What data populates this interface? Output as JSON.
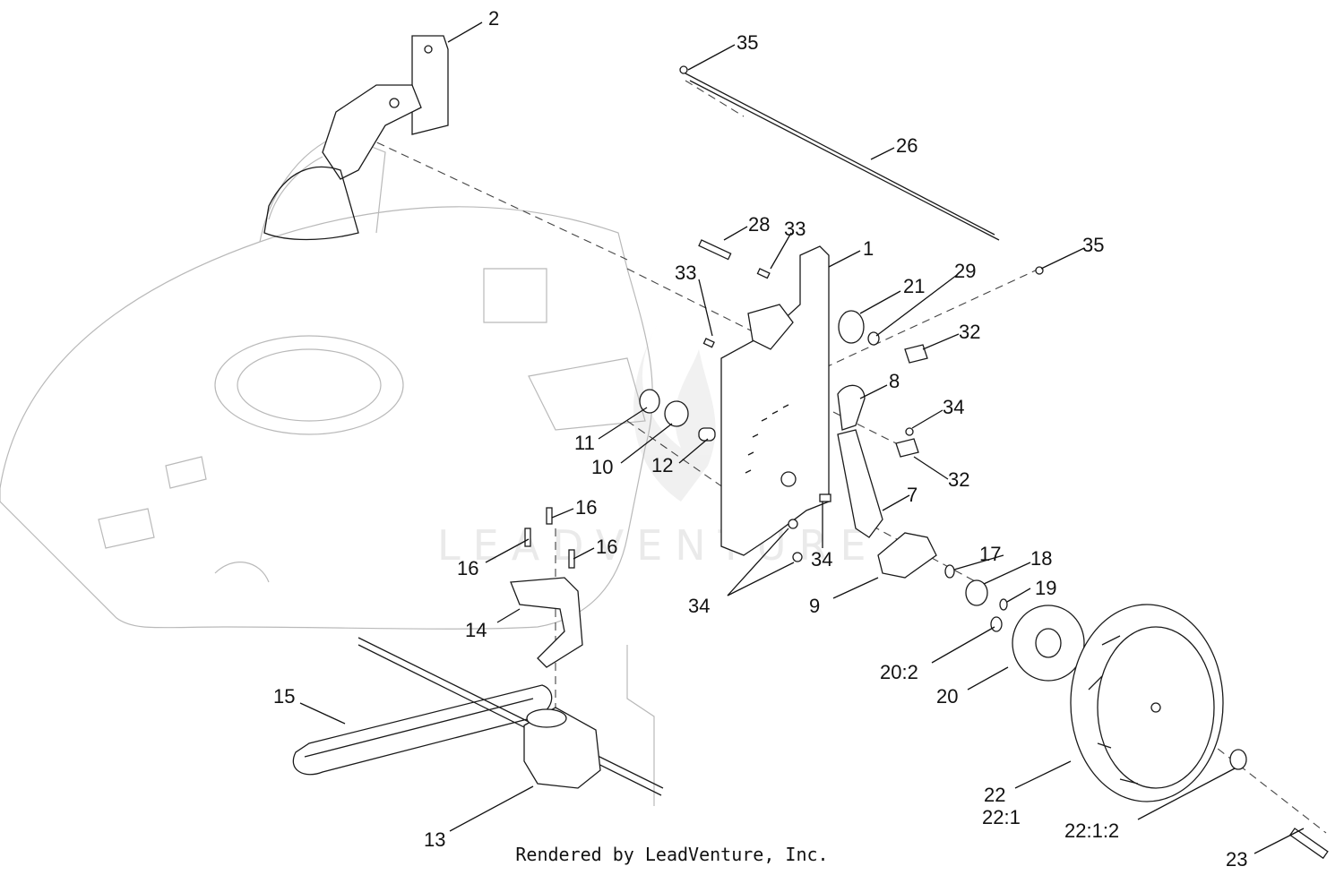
{
  "footer": "Rendered by LeadVenture, Inc.",
  "watermark": "LEADVENTURE",
  "callouts": [
    {
      "id": "2",
      "text": "2"
    },
    {
      "id": "35a",
      "text": "35"
    },
    {
      "id": "26",
      "text": "26"
    },
    {
      "id": "28",
      "text": "28"
    },
    {
      "id": "33a",
      "text": "33"
    },
    {
      "id": "1",
      "text": "1"
    },
    {
      "id": "35b",
      "text": "35"
    },
    {
      "id": "33b",
      "text": "33"
    },
    {
      "id": "21",
      "text": "21"
    },
    {
      "id": "29",
      "text": "29"
    },
    {
      "id": "32a",
      "text": "32"
    },
    {
      "id": "8",
      "text": "8"
    },
    {
      "id": "34a",
      "text": "34"
    },
    {
      "id": "11",
      "text": "11"
    },
    {
      "id": "10",
      "text": "10"
    },
    {
      "id": "12",
      "text": "12"
    },
    {
      "id": "32b",
      "text": "32"
    },
    {
      "id": "16a",
      "text": "16"
    },
    {
      "id": "7",
      "text": "7"
    },
    {
      "id": "16b",
      "text": "16"
    },
    {
      "id": "16c",
      "text": "16"
    },
    {
      "id": "34b",
      "text": "34"
    },
    {
      "id": "17",
      "text": "17"
    },
    {
      "id": "18",
      "text": "18"
    },
    {
      "id": "19",
      "text": "19"
    },
    {
      "id": "34c",
      "text": "34"
    },
    {
      "id": "9",
      "text": "9"
    },
    {
      "id": "14",
      "text": "14"
    },
    {
      "id": "20_2",
      "text": "20:2"
    },
    {
      "id": "15",
      "text": "15"
    },
    {
      "id": "20",
      "text": "20"
    },
    {
      "id": "22",
      "text": "22"
    },
    {
      "id": "22_1",
      "text": "22:1"
    },
    {
      "id": "13",
      "text": "13"
    },
    {
      "id": "22_1_2",
      "text": "22:1:2"
    },
    {
      "id": "23",
      "text": "23"
    }
  ]
}
